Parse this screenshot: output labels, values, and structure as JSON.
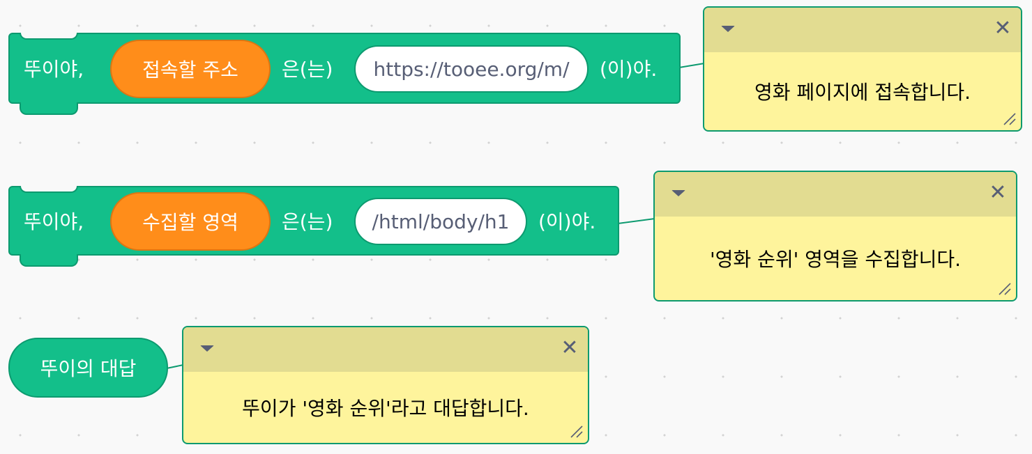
{
  "blocks": [
    {
      "prefix": "뚜이야,",
      "param": "접속할 주소",
      "middle": "은(는)",
      "value": "https://tooee.org/m/",
      "suffix": "(이)야.",
      "comment": "영화 페이지에 접속합니다."
    },
    {
      "prefix": "뚜이야,",
      "param": "수집할 영역",
      "middle": "은(는)",
      "value": "/html/body/h1",
      "suffix": "(이)야.",
      "comment": "'영화 순위' 영역을 수집합니다."
    }
  ],
  "reporter": {
    "label": "뚜이의 대답",
    "comment": "뚜이가 '영화 순위'라고 대답합니다."
  },
  "comment_controls": {
    "collapse_icon": "caret-down-icon",
    "close_icon": "close-icon",
    "resize_icon": "resize-grip-icon",
    "close_glyph": "✕"
  },
  "colors": {
    "block_green": "#13bf8a",
    "param_orange": "#ff8d1a",
    "comment_yellow": "#fef49c",
    "comment_bar": "#e2dc91"
  }
}
